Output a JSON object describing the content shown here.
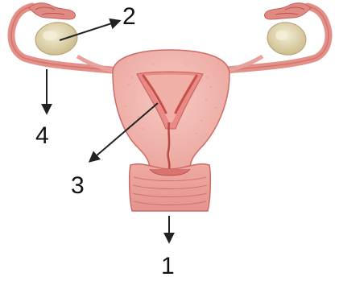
{
  "diagram": {
    "labels": [
      {
        "id": "1",
        "text": "1"
      },
      {
        "id": "2",
        "text": "2"
      },
      {
        "id": "3",
        "text": "3"
      },
      {
        "id": "4",
        "text": "4"
      }
    ]
  },
  "colors": {
    "uterus_wall": "#f2b6b0",
    "uterus_outline": "#cc6b66",
    "cavity": "#d9645f",
    "lining": "#e98a86",
    "tube": "#e98f89",
    "tube_dark": "#c9605b",
    "ovary": "#e9dfbf",
    "ovary_shade": "#c9b98a",
    "arrow": "#222222"
  }
}
